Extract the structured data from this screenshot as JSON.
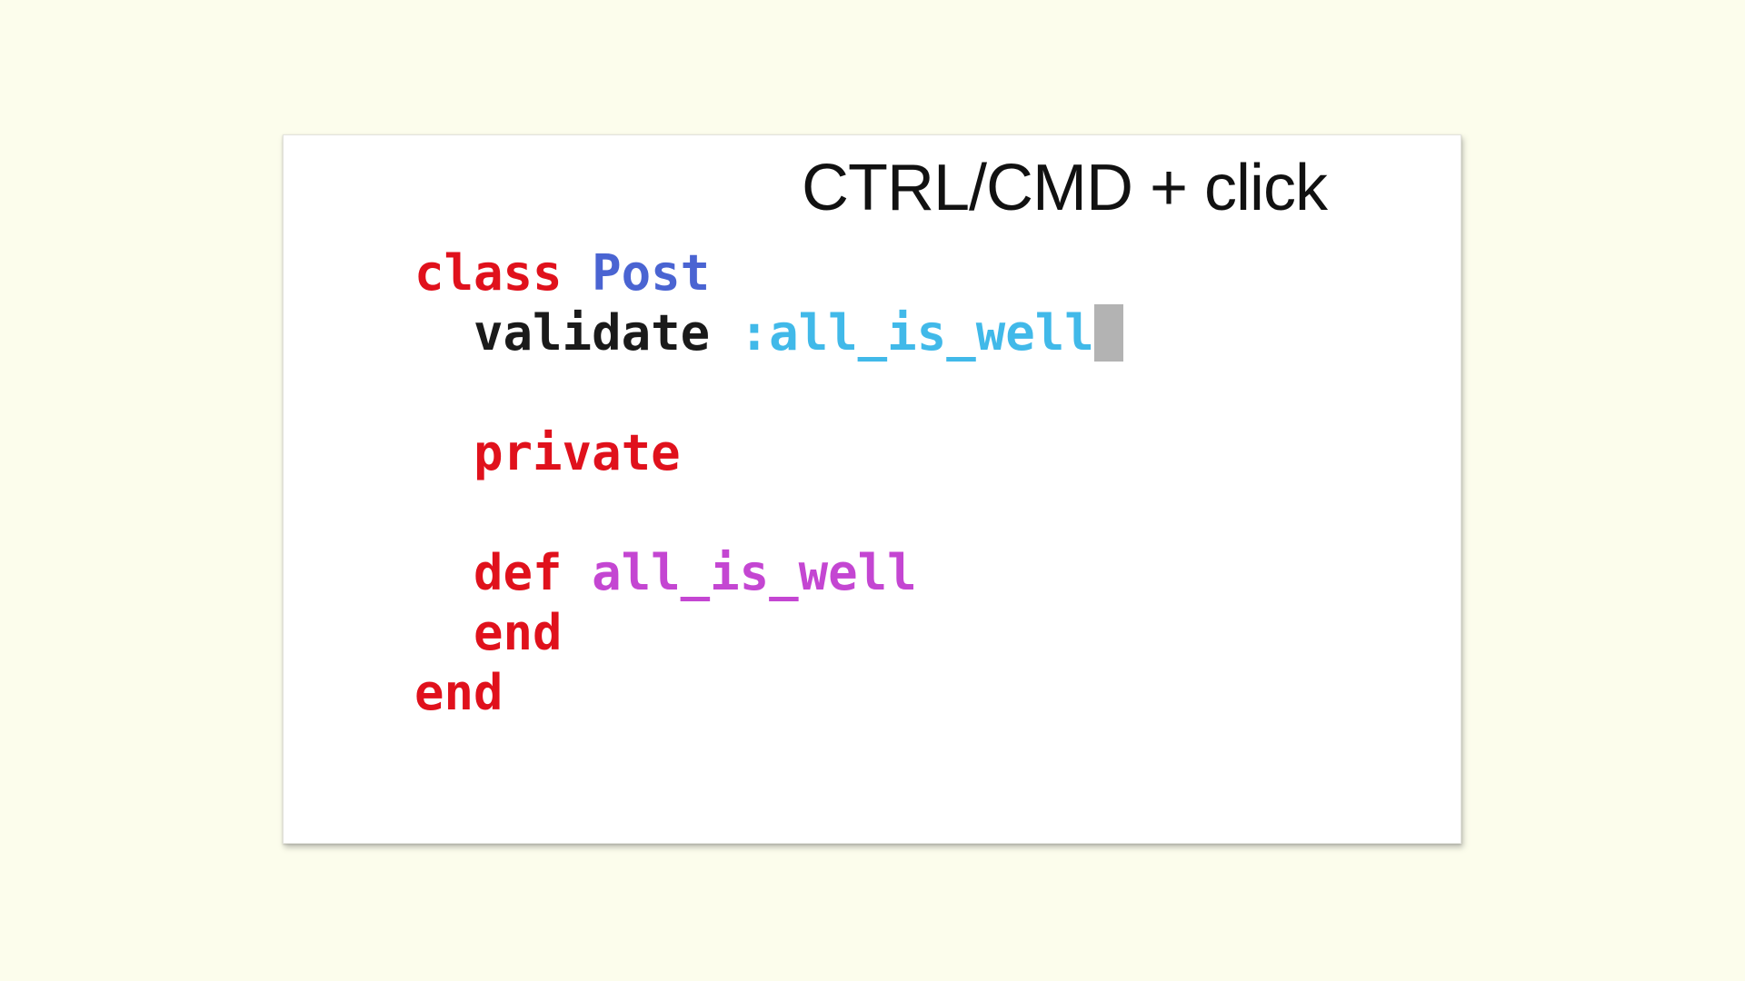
{
  "slide": {
    "title": "CTRL/CMD + click",
    "background_color": "#fcfdec",
    "card_color": "#ffffff",
    "title_color": "#111111"
  },
  "colors": {
    "keyword": "#e0111c",
    "constant": "#4a64d2",
    "symbol": "#41b9e9",
    "method": "#c446d2",
    "plain": "#1a1a1a",
    "cursor": "#b3b3b3"
  },
  "code": {
    "language": "ruby",
    "text": "class Post\n  validate :all_is_well\n\n  private\n\n  def all_is_well\n  end\nend",
    "lines": [
      {
        "tokens": [
          {
            "text": "class",
            "role": "keyword"
          },
          {
            "text": " ",
            "role": "plain"
          },
          {
            "text": "Post",
            "role": "constant"
          }
        ]
      },
      {
        "tokens": [
          {
            "text": "  validate ",
            "role": "plain"
          },
          {
            "text": ":all_is_well",
            "role": "symbol"
          },
          {
            "text": " ",
            "role": "cursor"
          }
        ]
      },
      {
        "tokens": []
      },
      {
        "tokens": [
          {
            "text": "  private",
            "role": "keyword"
          }
        ]
      },
      {
        "tokens": []
      },
      {
        "tokens": [
          {
            "text": "  def ",
            "role": "keyword"
          },
          {
            "text": "all_is_well",
            "role": "method"
          }
        ]
      },
      {
        "tokens": [
          {
            "text": "  end",
            "role": "keyword"
          }
        ]
      },
      {
        "tokens": [
          {
            "text": "end",
            "role": "keyword"
          }
        ]
      }
    ]
  }
}
